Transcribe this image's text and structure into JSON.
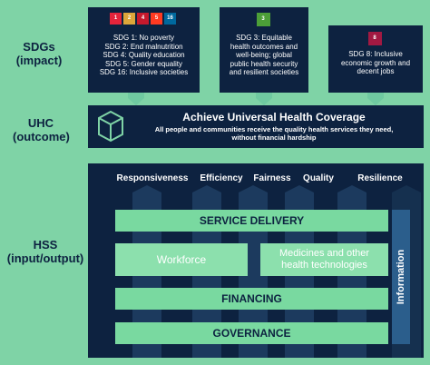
{
  "side_labels": {
    "sdgs": [
      "SDGs",
      "(impact)"
    ],
    "uhc": [
      "UHC",
      "(outcome)"
    ],
    "hss": [
      "HSS",
      "(input/output)"
    ]
  },
  "sdg_boxes": [
    {
      "lines": [
        "SDG 1: No poverty",
        "SDG 2: End malnutrition",
        "SDG 4: Quality education",
        "SDG 5: Gender equality",
        "SDG 16: Inclusive societies"
      ],
      "tiles": [
        {
          "label": "1",
          "color": "#e5243b"
        },
        {
          "label": "2",
          "color": "#dda63a"
        },
        {
          "label": "4",
          "color": "#c5192d"
        },
        {
          "label": "5",
          "color": "#ff3a21"
        },
        {
          "label": "16",
          "color": "#00689d"
        }
      ]
    },
    {
      "lines": [
        "SDG 3: Equitable",
        "health outcomes and",
        "well-being; global",
        "public health security",
        "and resilient societies"
      ],
      "tiles": [
        {
          "label": "3",
          "color": "#4c9f38"
        }
      ]
    },
    {
      "lines": [
        "SDG 8: Inclusive",
        "economic growth and",
        "decent jobs"
      ],
      "tiles": [
        {
          "label": "8",
          "color": "#a21942"
        }
      ]
    }
  ],
  "uhc": {
    "title": "Achieve Universal Health Coverage",
    "subtitle_lines": [
      "All people and communities receive the quality health services they need,",
      "without financial hardship"
    ]
  },
  "pillars": [
    "Responsiveness",
    "Efficiency",
    "Fairness",
    "Quality",
    "Resilience"
  ],
  "bands": {
    "service_delivery": "SERVICE DELIVERY",
    "workforce": "Workforce",
    "medicines": [
      "Medicines and other",
      "health technologies"
    ],
    "information": "Information",
    "financing": "FINANCING",
    "governance": "GOVERNANCE"
  },
  "colors": {
    "background": "#7fd3a6",
    "navy": "#0d2240",
    "band": "#79d9a0",
    "arrow": "#6fc9a0",
    "icon": "#7fd3a6"
  }
}
